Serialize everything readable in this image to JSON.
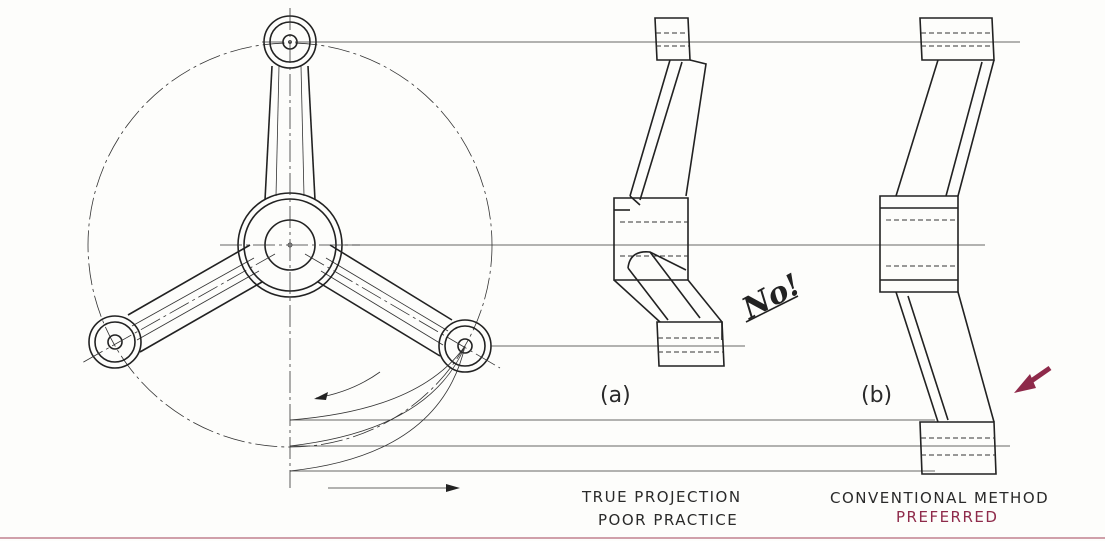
{
  "labels": {
    "a": "(a)",
    "b": "(b)",
    "no": "No!",
    "left_title_line1": "TRUE PROJECTION",
    "left_title_line2": "POOR PRACTICE",
    "right_title_line1": "CONVENTIONAL METHOD",
    "right_title_line2": "PREFERRED"
  },
  "colors": {
    "ink": "#222222",
    "accent": "#8e2a4a",
    "paper": "#fdfdfb"
  },
  "icons": {
    "pointer": "arrow-icon"
  }
}
